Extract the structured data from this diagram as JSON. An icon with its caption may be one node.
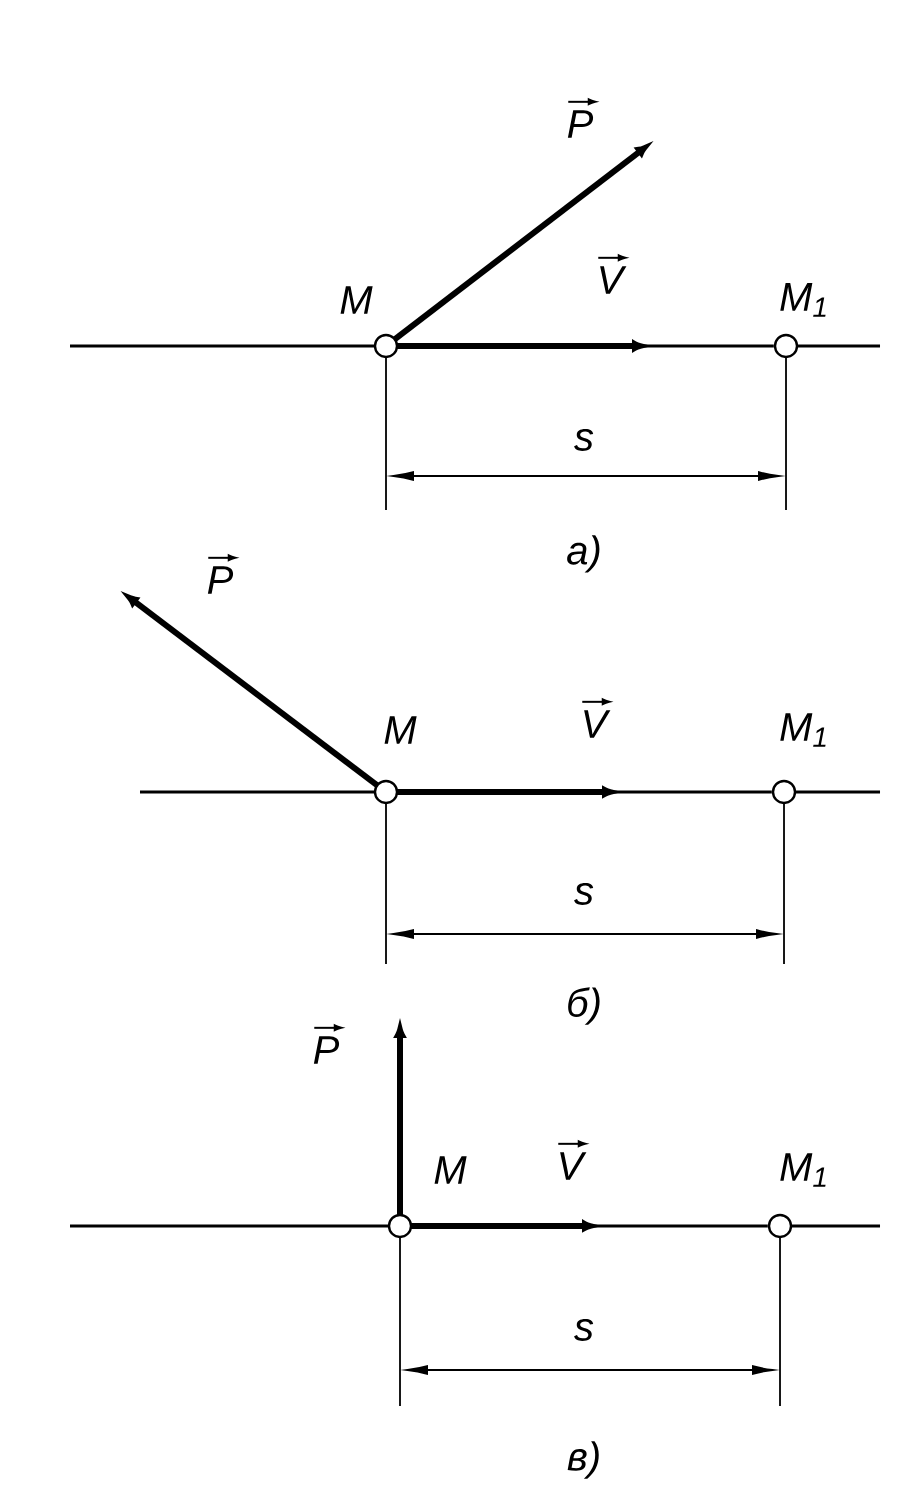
{
  "diagram": {
    "nodes": [
      {
        "text": [
          "M"
        ]
      },
      {
        "text": [
          "M$_{1}$"
        ]
      },
      {
        "text": [
          "M"
        ]
      },
      {
        "text": [
          "M$_{1}$"
        ]
      },
      {
        "text": [
          "M"
        ]
      },
      {
        "text": [
          "M$_{1}$"
        ]
      }
    ],
    "edges": [
      {
        "from": 0,
        "to": 1,
        "arrow": "none"
      },
      {
        "from": 2,
        "to": 3,
        "arrow": "none"
      },
      {
        "from": 4,
        "to": 5,
        "arrow": "none"
      }
    ],
    "labels": [
      "P",
      "V",
      "s",
      "а)",
      "P",
      "V",
      "s",
      "б)",
      "P",
      "V",
      "s",
      "в)"
    ]
  }
}
